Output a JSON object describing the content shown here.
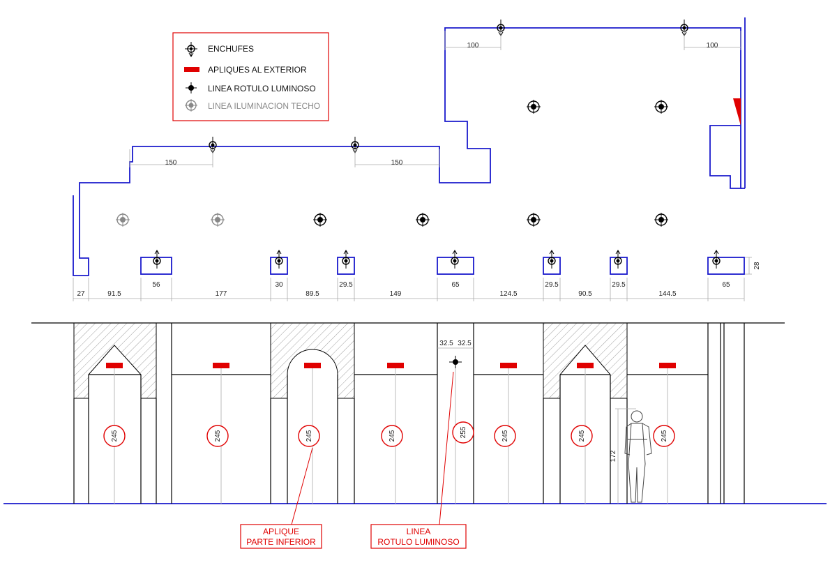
{
  "legend": {
    "items": [
      {
        "label": "ENCHUFES",
        "icon": "socket-icon"
      },
      {
        "label": "APLIQUES AL EXTERIOR",
        "icon": "wall-light-icon"
      },
      {
        "label": "LINEA ROTULO LUMINOSO",
        "icon": "sign-line-icon"
      },
      {
        "label": "LINEA ILUMINACION TECHO",
        "icon": "ceiling-light-icon"
      }
    ]
  },
  "plan": {
    "upper_dims": [
      "100",
      "100",
      "150",
      "150"
    ],
    "right_dim": "28",
    "bottom_dims": [
      "27",
      "91.5",
      "56",
      "177",
      "30",
      "89.5",
      "29.5",
      "149",
      "65",
      "124.5",
      "29.5",
      "90.5",
      "29.5",
      "144.5",
      "65"
    ]
  },
  "elevation": {
    "heights": [
      "245",
      "245",
      "245",
      "245",
      "255",
      "245",
      "245",
      "245"
    ],
    "sign_offsets": [
      "32.5",
      "32.5"
    ],
    "figure_height": "172",
    "callouts": [
      {
        "line1": "APLIQUE",
        "line2": "PARTE INFERIOR"
      },
      {
        "line1": "LINEA",
        "line2": "ROTULO LUMINOSO"
      }
    ]
  },
  "colors": {
    "wall_blue": "#1a1acc",
    "accent_red": "#e00000",
    "ceiling_gray": "#888888"
  }
}
